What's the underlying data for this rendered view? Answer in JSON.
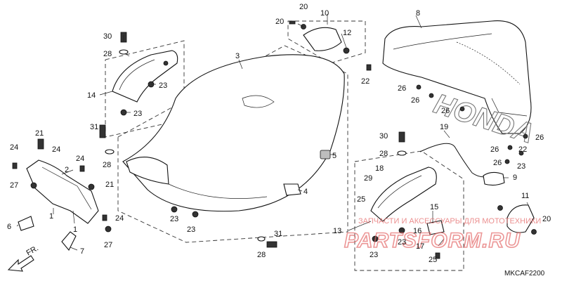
{
  "diagram_code": "MKCAF2200",
  "callouts": {
    "c1a": "1",
    "c1b": "1",
    "c2": "2",
    "c3": "3",
    "c4": "4",
    "c5": "5",
    "c6": "6",
    "c7": "7",
    "c8": "8",
    "c9": "9",
    "c10": "10",
    "c11": "11",
    "c12": "12",
    "c13": "13",
    "c14": "14",
    "c15": "15",
    "c16": "16",
    "c17": "17",
    "c18": "18",
    "c19": "19",
    "c20a": "20",
    "c20b": "20",
    "c20c": "20",
    "c21a": "21",
    "c21b": "21",
    "c22a": "22",
    "c22b": "22",
    "c23a": "23",
    "c23b": "23",
    "c23c": "23",
    "c23d": "23",
    "c23e": "23",
    "c23f": "23",
    "c24a": "24",
    "c24b": "24",
    "c24c": "24",
    "c24d": "24",
    "c25a": "25",
    "c25b": "25",
    "c26a": "26",
    "c26b": "26",
    "c26c": "26",
    "c26d": "26",
    "c26e": "26",
    "c26f": "26",
    "c27a": "27",
    "c27b": "27",
    "c28a": "28",
    "c28b": "28",
    "c28c": "28",
    "c28d": "28",
    "c29": "29",
    "c30a": "30",
    "c30b": "30",
    "c31a": "31",
    "c31b": "31"
  },
  "front_arrow_label": "FR.",
  "seat_logo": "HONDA",
  "watermark": {
    "caption": "ЗАПЧАСТИ И АКСЕССУАРЫ ДЛЯ МОТОТЕХНИКИ",
    "brand": "PARTSFORM.RU"
  },
  "colors": {
    "watermark": "#e46a6a",
    "line": "#111111"
  }
}
